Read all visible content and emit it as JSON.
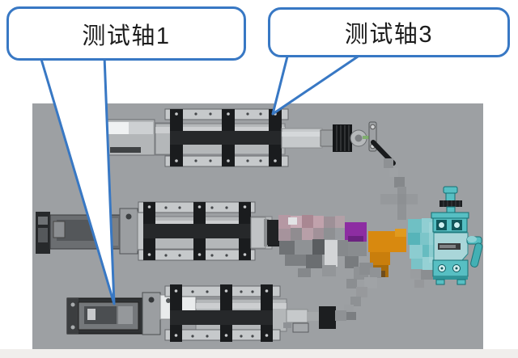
{
  "callouts": [
    {
      "id": "axis1",
      "label": "测试轴1",
      "points_to": "bottom-actuator"
    },
    {
      "id": "axis3",
      "label": "测试轴3",
      "points_to": "top-actuator"
    }
  ],
  "colors": {
    "accent_blue": "#3878c4",
    "panel_gray": "#9da0a3",
    "fixture_teal": "#57bfc3",
    "footer_strip": "#f0eeec",
    "machine_black": "#1a1c1e",
    "machine_light": "#c6c9cb",
    "mosaic_orange": "#d8890f",
    "mosaic_purple": "#8d2da2",
    "mosaic_pink": "#b998a3"
  }
}
